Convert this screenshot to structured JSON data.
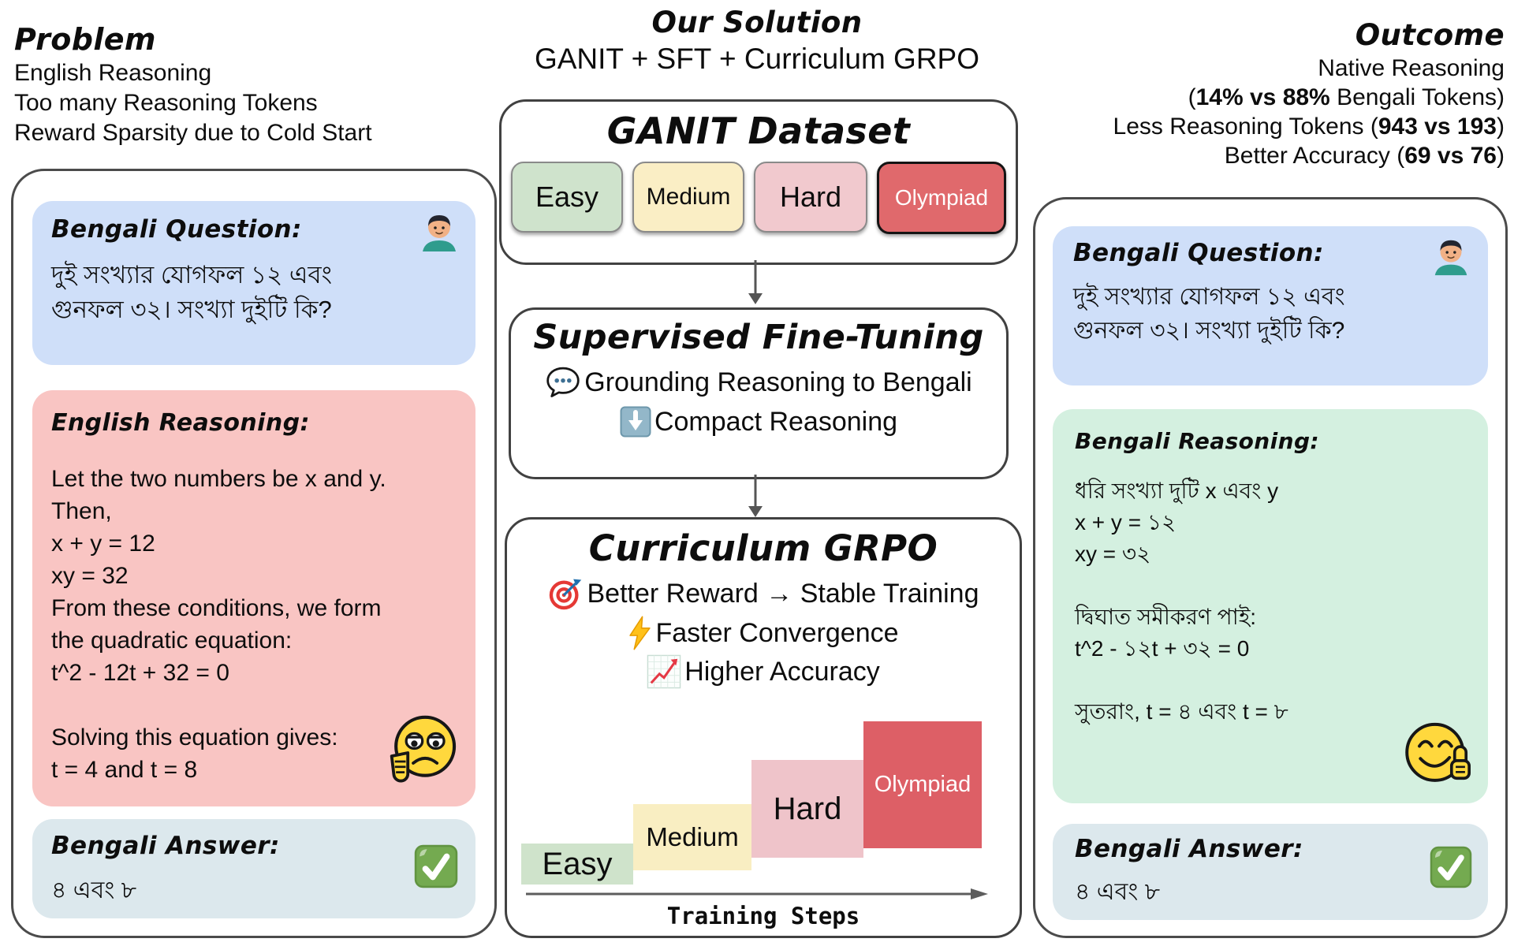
{
  "problem": {
    "title": "Problem",
    "lines": [
      "English Reasoning",
      "Too many Reasoning Tokens",
      "Reward Sparsity due to Cold Start"
    ]
  },
  "solution": {
    "title": "Our Solution",
    "subtitle": "GANIT + SFT + Curriculum GRPO",
    "ganit": {
      "title": "GANIT Dataset",
      "levels": [
        {
          "label": "Easy",
          "color": "#cfe3cc"
        },
        {
          "label": "Medium",
          "color": "#faeec5"
        },
        {
          "label": "Hard",
          "color": "#f1c9ce"
        },
        {
          "label": "Olympiad",
          "color": "#e0696c"
        }
      ]
    },
    "sft": {
      "title": "Supervised Fine-Tuning",
      "bullets": [
        {
          "icon": "speech-bubble-icon",
          "text": "Grounding Reasoning to Bengali"
        },
        {
          "icon": "down-arrow-button-icon",
          "text": "Compact Reasoning"
        }
      ]
    },
    "grpo": {
      "title": "Curriculum GRPO",
      "bullets": [
        {
          "icon": "target-icon",
          "text": "Better Reward → Stable Training"
        },
        {
          "icon": "lightning-bolt-icon",
          "text": "Faster Convergence"
        },
        {
          "icon": "chart-increasing-icon",
          "text": "Higher Accuracy"
        }
      ],
      "stairs": {
        "steps": [
          "Easy",
          "Medium",
          "Hard",
          "Olympiad"
        ],
        "axis_label": "Training Steps"
      }
    }
  },
  "outcome": {
    "title": "Outcome",
    "lines": [
      {
        "pre": "Native Reasoning",
        "bold": "",
        "post": ""
      },
      {
        "pre": "(",
        "bold": "14% vs 88%",
        "post": " Bengali Tokens)"
      },
      {
        "pre": "Less Reasoning Tokens (",
        "bold": "943 vs 193",
        "post": ")"
      },
      {
        "pre": "Better Accuracy (",
        "bold": "69 vs 76",
        "post": ")"
      }
    ]
  },
  "left_panel": {
    "question": {
      "title": "Bengali Question:",
      "lines": [
        "দুই সংখ্যার যোগফল ১২ এবং",
        "গুনফল ৩২। সংখ্যা দুইটি কি?"
      ]
    },
    "reasoning": {
      "title": "English Reasoning:",
      "lines": [
        "Let the two numbers be x and y.",
        "Then,",
        "x + y = 12",
        "xy = 32",
        "From these conditions, we form",
        "the quadratic equation:",
        "t^2 - 12t + 32 = 0",
        "",
        "Solving this equation gives:",
        "t = 4 and t = 8"
      ]
    },
    "answer": {
      "title": "Bengali Answer:",
      "value": "৪ এবং ৮"
    }
  },
  "right_panel": {
    "question": {
      "title": "Bengali Question:",
      "lines": [
        "দুই সংখ্যার যোগফল ১২ এবং",
        "গুনফল ৩২। সংখ্যা দুইটি কি?"
      ]
    },
    "reasoning": {
      "title": "Bengali Reasoning:",
      "lines": [
        "ধরি সংখ্যা দুটি x এবং y",
        "x + y = ১২",
        "xy = ৩২",
        "",
        "দ্বিঘাত সমীকরণ পাই:",
        "t^2 - ১২t + ৩২ = 0",
        "",
        "সুতরাং, t = ৪ এবং t = ৮"
      ]
    },
    "answer": {
      "title": "Bengali Answer:",
      "value": "৪ এবং ৮"
    }
  },
  "icons": {
    "student-avatar-icon": "boy with dark hair and teal shirt",
    "thumbs-down-face-icon": "unamused yellow face with thumbs down",
    "thumbs-up-face-icon": "smiling yellow face with thumbs up",
    "check-mark-icon": "white check on green button",
    "speech-bubble-icon": "outlined speech balloon with three dots",
    "down-arrow-button-icon": "white down arrow on blue button",
    "target-icon": "red-white dartboard with dart",
    "lightning-bolt-icon": "yellow high-voltage bolt",
    "chart-increasing-icon": "grid chart with rising red line",
    "down-connector-arrow": "gray vertical flow arrow",
    "training-steps-arrow": "gray horizontal axis arrow"
  },
  "colors": {
    "question_bg": "#cfdff9",
    "english_reasoning_bg": "#f9c5c3",
    "bengali_reasoning_bg": "#d4f0e0",
    "answer_bg": "#dce8ed",
    "easy": "#cfe3cc",
    "medium": "#faeec5",
    "hard": "#f1c9ce",
    "olympiad": "#e0696c",
    "border_gray": "#4b4b4b"
  }
}
